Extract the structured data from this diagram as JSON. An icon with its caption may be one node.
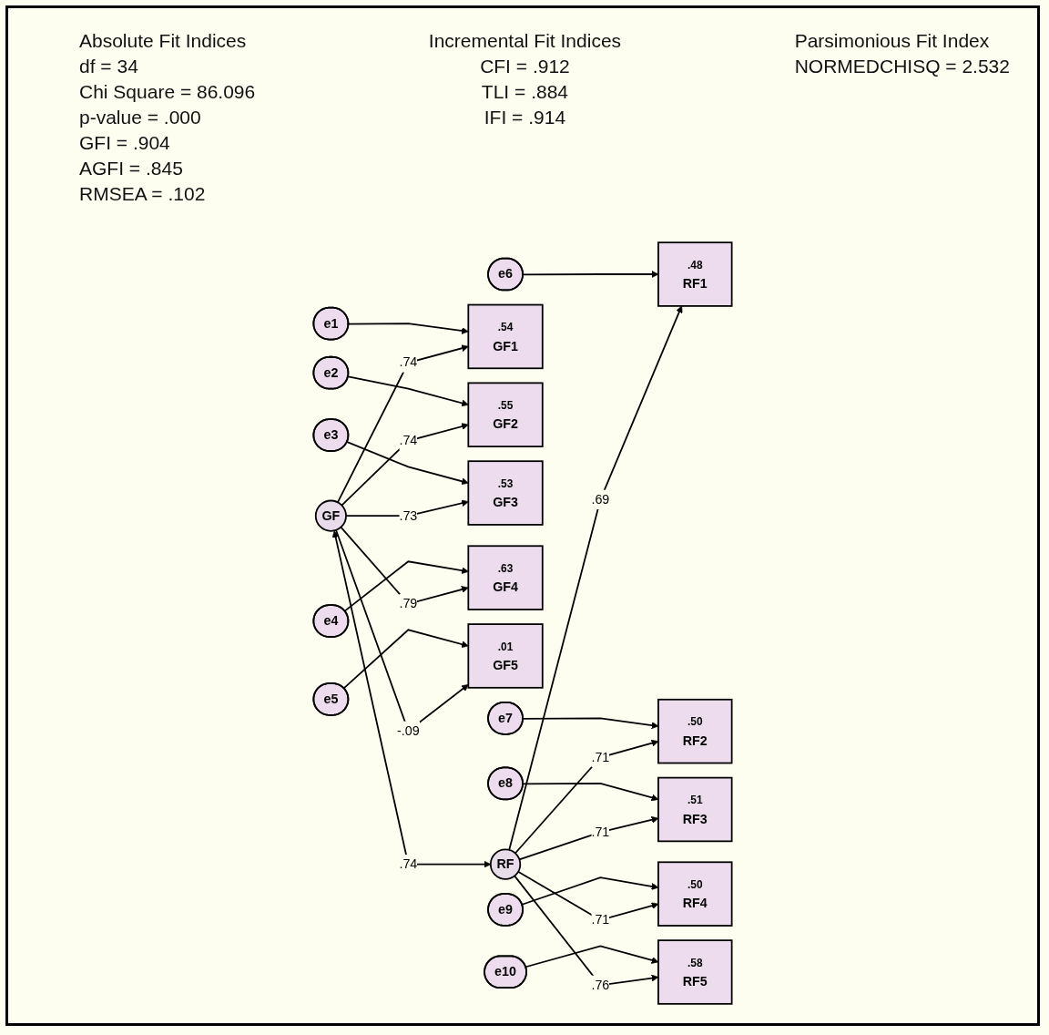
{
  "diagram": {
    "nodes": [
      {
        "text": [
          "GF"
        ]
      },
      {
        "text": [
          "RF"
        ]
      },
      {
        "text": [
          ".54",
          "GF1"
        ]
      },
      {
        "text": [
          ".55",
          "GF2"
        ]
      },
      {
        "text": [
          ".53",
          "GF3"
        ]
      },
      {
        "text": [
          ".63",
          "GF4"
        ]
      },
      {
        "text": [
          ".01",
          "GF5"
        ]
      },
      {
        "text": [
          ".48",
          "RF1"
        ]
      },
      {
        "text": [
          ".50",
          "RF2"
        ]
      },
      {
        "text": [
          ".51",
          "RF3"
        ]
      },
      {
        "text": [
          ".50",
          "RF4"
        ]
      },
      {
        "text": [
          ".58",
          "RF5"
        ]
      },
      {
        "text": [
          "e1"
        ]
      },
      {
        "text": [
          "e2"
        ]
      },
      {
        "text": [
          "e3"
        ]
      },
      {
        "text": [
          "e4"
        ]
      },
      {
        "text": [
          "e5"
        ]
      },
      {
        "text": [
          "e6"
        ]
      },
      {
        "text": [
          "e7"
        ]
      },
      {
        "text": [
          "e8"
        ]
      },
      {
        "text": [
          "e9"
        ]
      },
      {
        "text": [
          "e10"
        ]
      }
    ],
    "edges": [
      {
        "from": 12,
        "to": 2,
        "arrow": "to"
      },
      {
        "from": 13,
        "to": 3,
        "arrow": "to"
      },
      {
        "from": 14,
        "to": 4,
        "arrow": "to"
      },
      {
        "from": 15,
        "to": 5,
        "arrow": "to"
      },
      {
        "from": 16,
        "to": 6,
        "arrow": "to"
      },
      {
        "from": 17,
        "to": 7,
        "arrow": "to"
      },
      {
        "from": 18,
        "to": 8,
        "arrow": "to"
      },
      {
        "from": 19,
        "to": 9,
        "arrow": "to"
      },
      {
        "from": 20,
        "to": 10,
        "arrow": "to"
      },
      {
        "from": 21,
        "to": 11,
        "arrow": "to"
      },
      {
        "from": 0,
        "to": 2,
        "arrow": "to",
        "label": ".74"
      },
      {
        "from": 0,
        "to": 3,
        "arrow": "to",
        "label": ".74"
      },
      {
        "from": 0,
        "to": 4,
        "arrow": "to",
        "label": ".73"
      },
      {
        "from": 0,
        "to": 5,
        "arrow": "to",
        "label": ".79"
      },
      {
        "from": 0,
        "to": 6,
        "arrow": "to",
        "label": "-.09"
      },
      {
        "from": 1,
        "to": 7,
        "arrow": "to",
        "label": ".69"
      },
      {
        "from": 1,
        "to": 8,
        "arrow": "to",
        "label": ".71"
      },
      {
        "from": 1,
        "to": 9,
        "arrow": "to",
        "label": ".71"
      },
      {
        "from": 1,
        "to": 10,
        "arrow": "to",
        "label": ".71"
      },
      {
        "from": 1,
        "to": 11,
        "arrow": "to",
        "label": ".76"
      },
      {
        "from": 0,
        "to": 1,
        "arrow": "both",
        "label": ".74"
      }
    ],
    "labels": [
      "Absolute Fit Indices",
      "df = 34",
      "Chi Square = 86.096",
      "p-value = .000",
      "GFI = .904",
      "AGFI = .845",
      "RMSEA = .102",
      "Incremental Fit Indices",
      "CFI = .912",
      "TLI = .884",
      "IFI = .914",
      "Parsimonious Fit Index",
      "NORMEDCHISQ = 2.532"
    ]
  }
}
